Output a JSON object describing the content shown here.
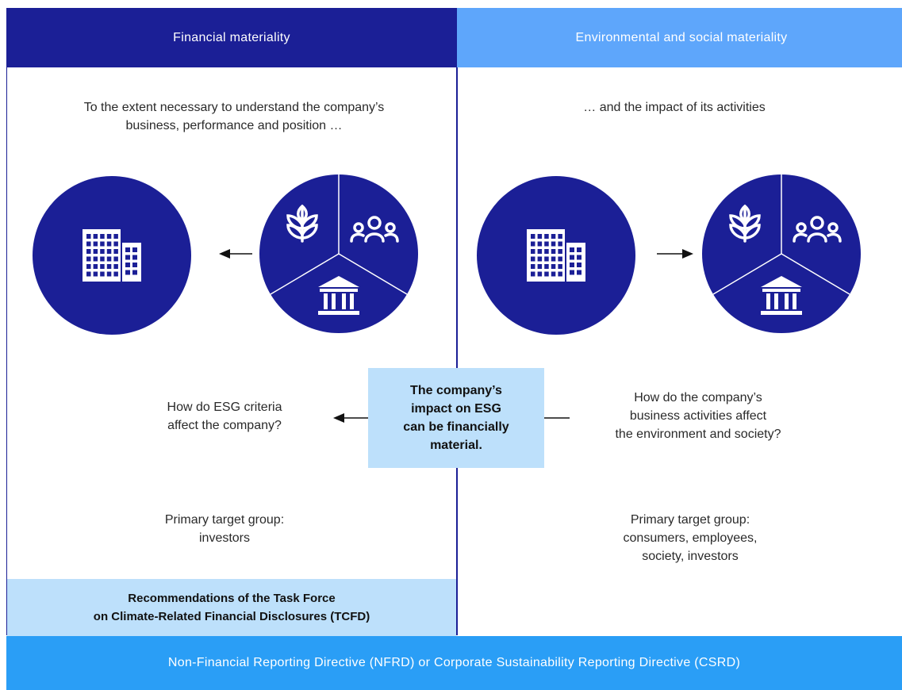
{
  "headers": {
    "left": "Financial materiality",
    "right": "Environmental and social materiality"
  },
  "intro": {
    "left": "To the extent necessary to understand the company’s\nbusiness, performance and position …",
    "right": "… and the impact of its activities"
  },
  "questions": {
    "left": "How do ESG criteria\naffect the company?",
    "right": "How do the company’s\nbusiness activities affect\nthe environment and society?"
  },
  "center_box": "The company’s\nimpact on ESG\ncan be financially\nmaterial.",
  "targets": {
    "left": "Primary target group:\ninvestors",
    "right": "Primary target group:\nconsumers, employees,\nsociety, investors"
  },
  "tcfd": "Recommendations of the Task Force\non Climate-Related Financial Disclosures (TCFD)",
  "footer": "Non-Financial Reporting Directive (NFRD) or Corporate Sustainability Reporting Directive (CSRD)",
  "colors": {
    "navy": "#1b1f96",
    "light_blue_header": "#5ea6fb",
    "pale_blue": "#bde0fb",
    "footer_blue": "#2a9ef6"
  },
  "icons": [
    "building-icon",
    "plant-icon",
    "people-icon",
    "institution-icon",
    "arrow-left-icon",
    "arrow-right-icon"
  ]
}
